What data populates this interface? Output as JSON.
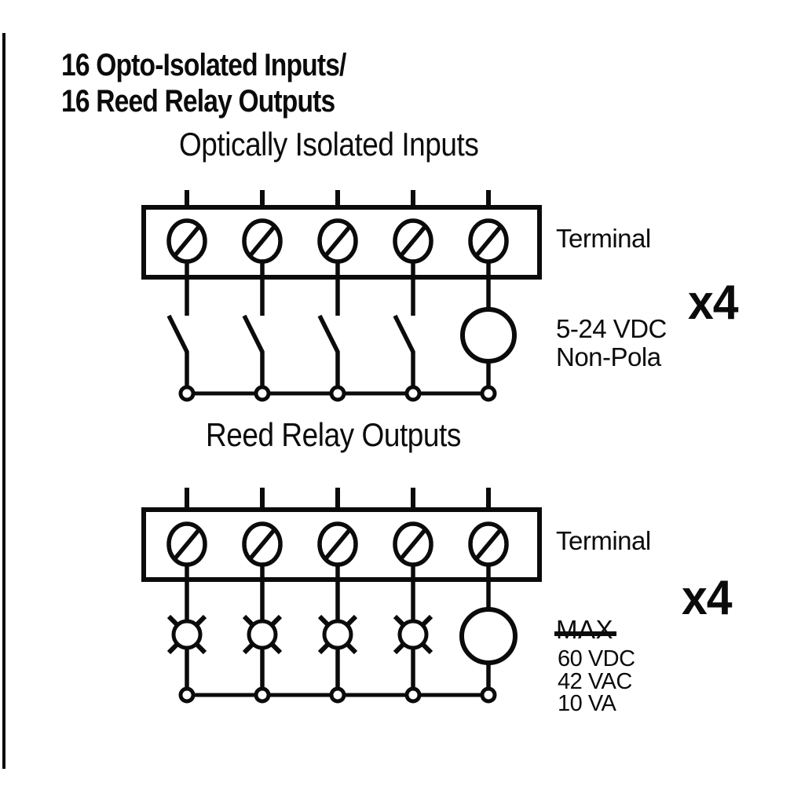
{
  "header": {
    "title_line1": "16 Opto-Isolated Inputs/",
    "title_line2": "16 Reed Relay Outputs"
  },
  "inputs_section": {
    "heading": "Optically Isolated Inputs",
    "terminal_label": "Terminal",
    "multiplier_label": "x4",
    "voltage_line1": "5-24 VDC",
    "voltage_line2": "Non-Pola"
  },
  "outputs_section": {
    "heading": "Reed Relay Outputs",
    "terminal_label": "Terminal",
    "multiplier_label": "x4",
    "max_label": "MAX",
    "ratings": [
      "60 VDC",
      "42 VAC",
      "10 VA"
    ]
  },
  "colors": {
    "ink": "#0b0b0b",
    "background": "#ffffff"
  }
}
